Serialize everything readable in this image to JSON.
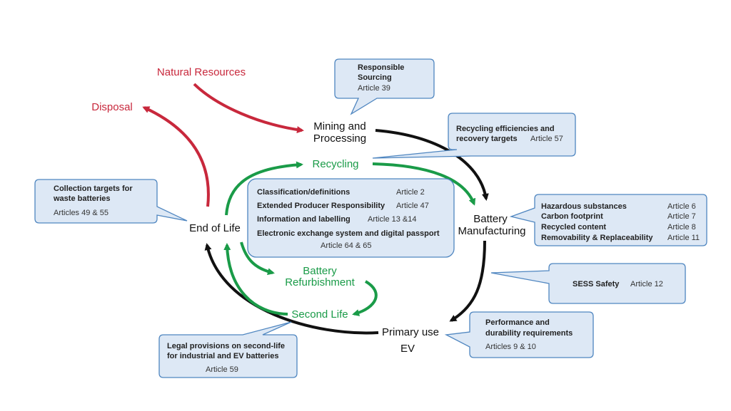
{
  "nodes": {
    "natural_resources": "Natural Resources",
    "disposal": "Disposal",
    "mining_line1": "Mining and",
    "mining_line2": "Processing",
    "recycling": "Recycling",
    "battery_manufacturing_line1": "Battery",
    "battery_manufacturing_line2": "Manufacturing",
    "end_of_life": "End of Life",
    "battery_refurbishment_line1": "Battery",
    "battery_refurbishment_line2": "Refurbishment",
    "second_life": "Second Life",
    "primary_use_line1": "Primary use",
    "primary_use_line2": "EV"
  },
  "colors": {
    "primary_flow": "#c8283c",
    "circular_flow": "#1a9b48",
    "lifecycle_flow": "#111111",
    "callout_fill": "#dde8f5",
    "callout_border": "#4f86c0"
  },
  "callouts": {
    "responsible_sourcing": {
      "line1": "Responsible",
      "line2": "Sourcing",
      "article": "Article 39"
    },
    "recycling_efficiencies": {
      "line1": "Recycling efficiencies and",
      "line2": "recovery targets",
      "article": "Article 57"
    },
    "collection_targets": {
      "line1": "Collection targets for",
      "line2": "waste batteries",
      "article": "Articles 49 & 55"
    },
    "central": {
      "rows": [
        {
          "label": "Classification/definitions",
          "article": "Article 2"
        },
        {
          "label": "Extended Producer Responsibility",
          "article": "Article 47"
        },
        {
          "label": "Information and labelling",
          "article": "Article 13 &14"
        }
      ],
      "last_label": "Electronic exchange system and digital passport",
      "last_article": "Article 64 & 65"
    },
    "manufacturing_requirements": {
      "rows": [
        {
          "label": "Hazardous substances",
          "article": "Article 6"
        },
        {
          "label": "Carbon footprint",
          "article": "Article 7"
        },
        {
          "label": "Recycled content",
          "article": "Article 8"
        },
        {
          "label": "Removability & Replaceability",
          "article": "Article 11"
        }
      ]
    },
    "sess_safety": {
      "label": "SESS Safety",
      "article": "Article 12"
    },
    "performance": {
      "line1": "Performance and",
      "line2": "durability requirements",
      "article": "Articles 9 & 10"
    },
    "second_life_legal": {
      "line1": "Legal provisions on second-life",
      "line2": "for industrial and EV batteries",
      "article": "Article 59"
    }
  }
}
